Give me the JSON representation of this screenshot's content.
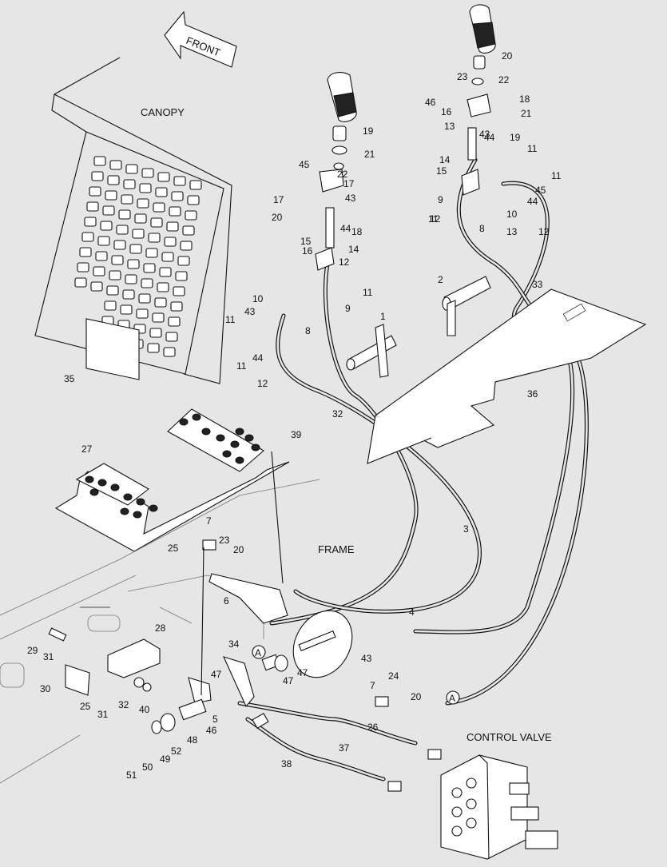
{
  "labels": {
    "front": "FRONT",
    "canopy": "CANOPY",
    "frame": "FRAME",
    "control_valve": "CONTROL VALVE",
    "detail_a": "A"
  },
  "callouts": [
    "1",
    "2",
    "3",
    "4",
    "5",
    "6",
    "7",
    "7",
    "8",
    "8",
    "9",
    "9",
    "10",
    "10",
    "11",
    "11",
    "11",
    "11",
    "11",
    "11",
    "12",
    "12",
    "12",
    "12",
    "13",
    "13",
    "14",
    "14",
    "15",
    "15",
    "16",
    "16",
    "17",
    "17",
    "18",
    "18",
    "19",
    "19",
    "20",
    "20",
    "20",
    "20",
    "21",
    "21",
    "22",
    "22",
    "23",
    "23",
    "24",
    "25",
    "25",
    "26",
    "27",
    "28",
    "29",
    "30",
    "31",
    "31",
    "32",
    "32",
    "33",
    "34",
    "35",
    "36",
    "37",
    "38",
    "39",
    "40",
    "43",
    "43",
    "43",
    "43",
    "44",
    "44",
    "44",
    "44",
    "45",
    "45",
    "46",
    "46",
    "47",
    "47",
    "47",
    "48",
    "49",
    "50",
    "51",
    "52"
  ]
}
